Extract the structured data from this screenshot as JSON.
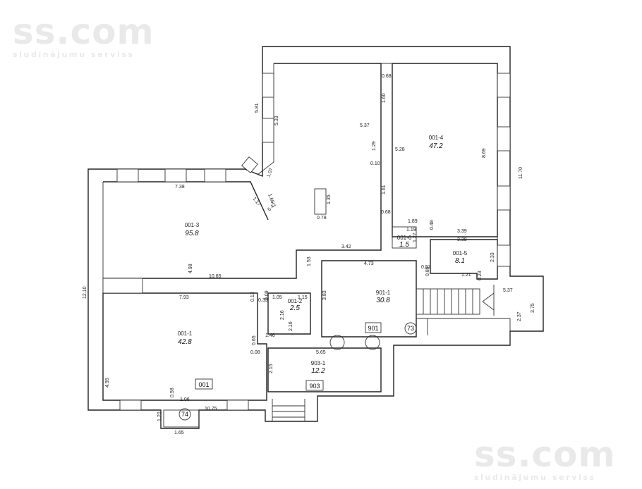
{
  "watermark": {
    "brand": "ss.com",
    "tagline": "sludinājumu serviss"
  },
  "rooms": [
    {
      "id": "001-3",
      "area": "95.8"
    },
    {
      "id": "001-4",
      "area": "47.2"
    },
    {
      "id": "001-6",
      "area": "1.5"
    },
    {
      "id": "001-5",
      "area": "8.1"
    },
    {
      "id": "901-1",
      "area": "30.8"
    },
    {
      "id": "001-2",
      "area": "2.5"
    },
    {
      "id": "001-1",
      "area": "42.8"
    },
    {
      "id": "903-1",
      "area": "12.2"
    }
  ],
  "unit_labels": [
    "001",
    "901",
    "903"
  ],
  "markers": [
    "73",
    "74"
  ],
  "dimensions": [
    "0.68",
    "1.60",
    "5.81",
    "5.33",
    "5.37",
    "1.29",
    "0.10",
    "5.28",
    "8.69",
    "11.70",
    "1.61",
    "0.68",
    "1.07",
    "1.66",
    "1.17",
    "0.42",
    "7.38",
    "1.35",
    "0.78",
    "1.89",
    "1.19",
    "0.48",
    "3.39",
    "3.38",
    "1.27",
    "3.42",
    "1.53",
    "4.73",
    "0.57",
    "0.88",
    "2.33",
    "1.21",
    "0.23",
    "4.98",
    "10.65",
    "12.10",
    "7.93",
    "0.13",
    "0.33",
    "0.09",
    "1.05",
    "1.15",
    "3.83",
    "5.37",
    "2.37",
    "3.75",
    "2.16",
    "2.16",
    "1.46",
    "0.65",
    "0.08",
    "5.65",
    "2.15",
    "4.95",
    "0.58",
    "1.06",
    "10.75",
    "1.20",
    "1.65"
  ]
}
